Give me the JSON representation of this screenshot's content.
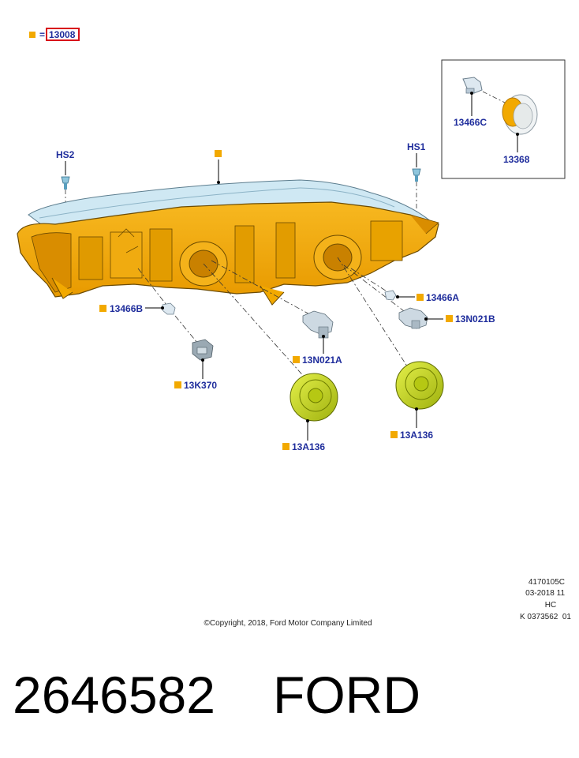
{
  "legend": {
    "equals": "=",
    "part_ref": "13008"
  },
  "callouts": {
    "hs2": "HS2",
    "hs1": "HS1",
    "p13466c": "13466C",
    "p13368": "13368",
    "p13466b": "13466B",
    "p13466a": "13466A",
    "p13n021b": "13N021B",
    "p13n021a": "13N021A",
    "p13k370": "13K370",
    "p13a136_left": "13A136",
    "p13a136_right": "13A136"
  },
  "meta": {
    "illustration_code": "4170105C",
    "date": "03-2018 11",
    "hc": "HC",
    "ref": "K 0373562  01",
    "copyright": "©Copyright, 2018, Ford Motor Company Limited"
  },
  "footer": {
    "part_number": "2646582",
    "brand": "FORD"
  },
  "colors": {
    "housing": "#f2a900",
    "housing_dark": "#c98100",
    "lens": "#bfe0ee",
    "cap": "#c7dc1a",
    "callout_text": "#1f2d9c",
    "marker": "#f2a900",
    "highlight_box": "#d8101a"
  },
  "icons": [
    "headlamp-housing-icon",
    "bulb-icon",
    "bulb-socket-icon",
    "dust-cap-icon",
    "screw-icon",
    "side-marker-lamp-icon"
  ]
}
